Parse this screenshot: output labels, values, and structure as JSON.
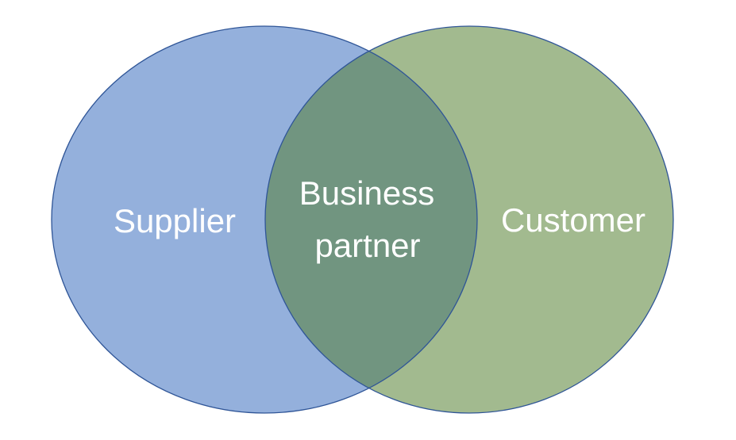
{
  "diagram": {
    "type": "venn",
    "sets": [
      {
        "id": "supplier",
        "label": "Supplier",
        "fill": "#94b0dc"
      },
      {
        "id": "customer",
        "label": "Customer",
        "fill": "#a2ba8f"
      }
    ],
    "intersection": {
      "label_line1": "Business",
      "label_line2": "partner",
      "fill": "#719580"
    },
    "stroke": "#2f5597"
  }
}
